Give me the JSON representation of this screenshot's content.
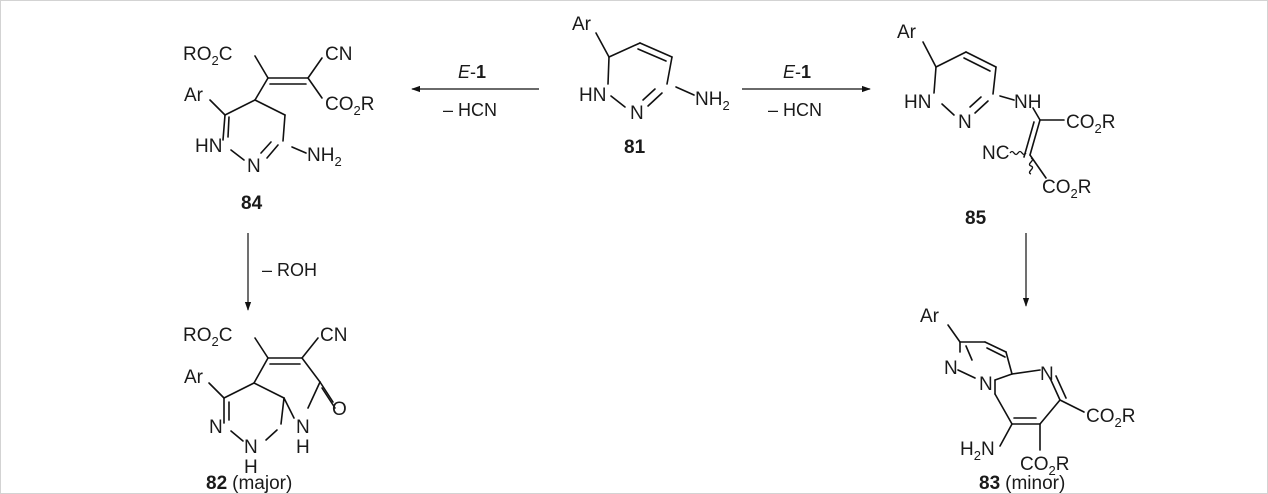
{
  "atoms": {
    "ar": "Ar",
    "hn": "HN",
    "n": "N",
    "h": "H",
    "nh": "NH",
    "nh2_head": "NH",
    "h2n_head": "H",
    "h2n_tail": "N",
    "two": "2",
    "cn": "CN",
    "nc": "NC",
    "o": "O",
    "co2r_head": "CO",
    "co2r_tail": "R",
    "ro2c_head": "RO",
    "ro2c_tail": "C"
  },
  "conditions": {
    "left_reagent_prefix": "E",
    "left_reagent_dash": "-",
    "left_reagent_number": "1",
    "left_byproduct": "– HCN",
    "right_reagent_prefix": "E",
    "right_reagent_dash": "-",
    "right_reagent_number": "1",
    "right_byproduct": "– HCN",
    "down_left_byproduct": "– ROH"
  },
  "compounds": {
    "c81": {
      "number": "81"
    },
    "c84": {
      "number": "84"
    },
    "c85": {
      "number": "85"
    },
    "c82": {
      "number": "82",
      "note": "(major)"
    },
    "c83": {
      "number": "83",
      "note": "(minor)"
    }
  },
  "colors": {
    "ink": "#111111",
    "frame": "#d3d3d3"
  }
}
